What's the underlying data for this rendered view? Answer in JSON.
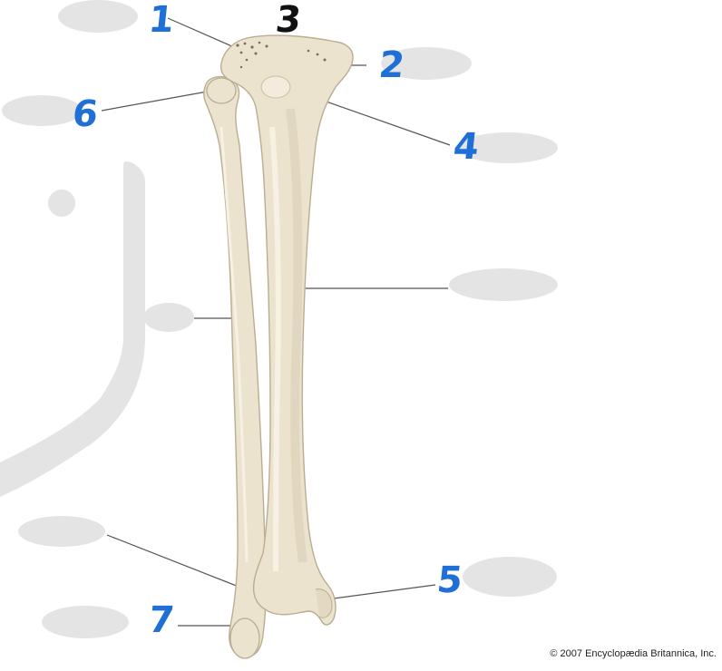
{
  "labels": {
    "n1": "1",
    "n2": "2",
    "n3": "3",
    "n4": "4",
    "n5": "5",
    "n6": "6",
    "n7": "7"
  },
  "copyright": "© 2007 Encyclopædia Britannica, Inc.",
  "colors": {
    "bone_fill": "#ece3cf",
    "bone_shade": "#d9ceb4",
    "bone_outline": "#b9ad92",
    "number_blue": "#1f6fd6",
    "number_dark": "#111111",
    "redaction_gray": "#e4e4e4",
    "leader_line": "#555555"
  }
}
